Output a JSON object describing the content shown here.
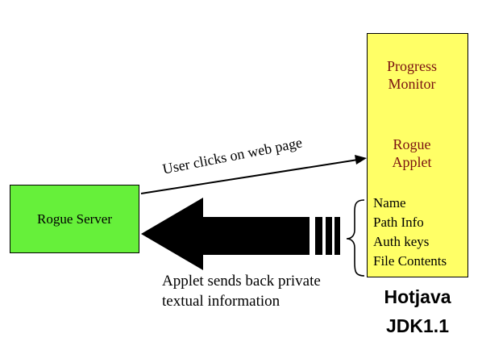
{
  "server": {
    "label": "Rogue Server",
    "color": "#66f03a"
  },
  "browser": {
    "color": "#ffff66",
    "product_line1": "Hotjava",
    "product_line2": "JDK1.1"
  },
  "progress_monitor": {
    "line1": "Progress",
    "line2": "Monitor",
    "color": "#ff0000"
  },
  "rogue_applet": {
    "line1": "Rogue",
    "line2": "Applet",
    "color": "#ff0000"
  },
  "request_arrow": {
    "label": "User clicks on web page"
  },
  "response_arrow": {
    "line1": "Applet sends back private",
    "line2": "textual information"
  },
  "private_info": {
    "items": [
      "Name",
      "Path Info",
      "Auth keys",
      "File Contents"
    ]
  }
}
